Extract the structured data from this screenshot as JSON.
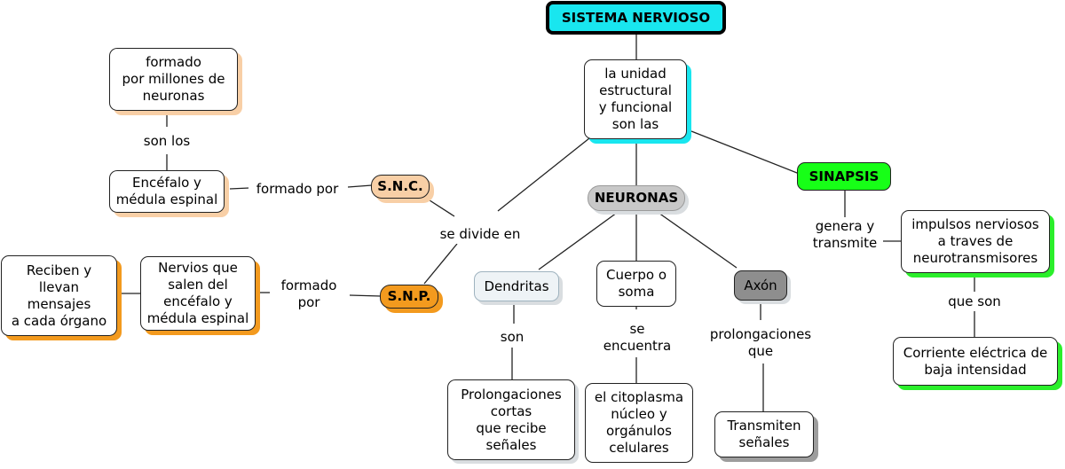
{
  "colors": {
    "root_fill": "#19e6ef",
    "snc_fill": "#f8cfa6",
    "snp_fill": "#f39a1e",
    "sinapsis_fill": "#17ff17",
    "neuronas_fill": "#c8c8c8",
    "axon_fill": "#8e8e8e",
    "dendritas_fill": "#eef3f6"
  },
  "nodes": {
    "root": "SISTEMA NERVIOSO",
    "unidad": "la unidad\nestructural\ny funcional\nson las",
    "neuronas": "NEURONAS",
    "sinapsis": "SINAPSIS",
    "snc": "S.N.C.",
    "snp": "S.N.P.",
    "millones": "formado\npor millones de\nneuronas",
    "encefalo": "Encéfalo y\nmédula espinal",
    "nervios": "Nervios que\nsalen del\nencéfalo y\nmédula espinal",
    "reciben": "Reciben y\nllevan\nmensajes\na cada órgano",
    "dendritas": "Dendritas",
    "cuerpo": "Cuerpo o\nsoma",
    "axon": "Axón",
    "prolongaciones": "Prolongaciones\ncortas\nque recibe\nseñales",
    "citoplasma": "el citoplasma\nnúcleo y\norgánulos\ncelulares",
    "transmiten": "Transmiten\nseñales",
    "impulsos": "impulsos nerviosos\na traves de\nneurotransmisores",
    "corriente": "Corriente eléctrica de\nbaja intensidad"
  },
  "labels": {
    "son_los": "son los",
    "formado_por_snc": "formado por",
    "formado_por_snp": "formado\npor",
    "se_divide_en": "se divide en",
    "son": "son",
    "se_encuentra": "se\nencuentra",
    "prolongaciones_que": "prolongaciones\nque",
    "genera_transmite": "genera y\ntransmite",
    "que_son": "que son"
  }
}
